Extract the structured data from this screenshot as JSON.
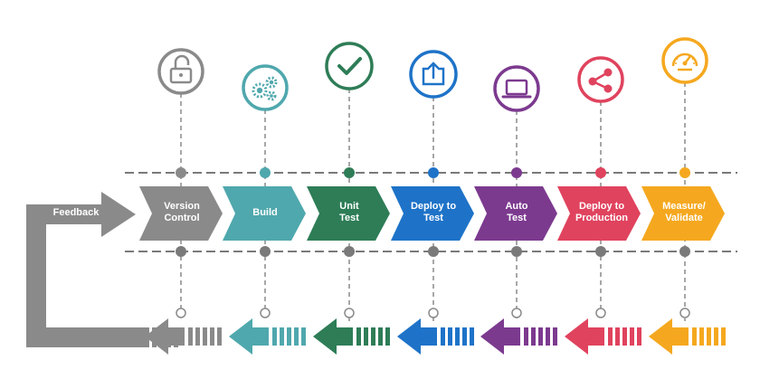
{
  "feedback": {
    "label": "Feedback",
    "color": "#8a8a8a"
  },
  "stages": [
    {
      "label": "Version\nControl",
      "color": "#8a8a8a",
      "icon": "lock-open-icon"
    },
    {
      "label": "Build",
      "color": "#4fa8ad",
      "icon": "gears-icon"
    },
    {
      "label": "Unit\nTest",
      "color": "#2e7d57",
      "icon": "checkmark-icon"
    },
    {
      "label": "Deploy to\nTest",
      "color": "#1e73c8",
      "icon": "upload-icon"
    },
    {
      "label": "Auto\nTest",
      "color": "#7c3a8f",
      "icon": "laptop-icon"
    },
    {
      "label": "Deploy to\nProduction",
      "color": "#e0435e",
      "icon": "share-icon"
    },
    {
      "label": "Measure/\nValidate",
      "color": "#f5a81f",
      "icon": "speedometer-icon"
    }
  ]
}
